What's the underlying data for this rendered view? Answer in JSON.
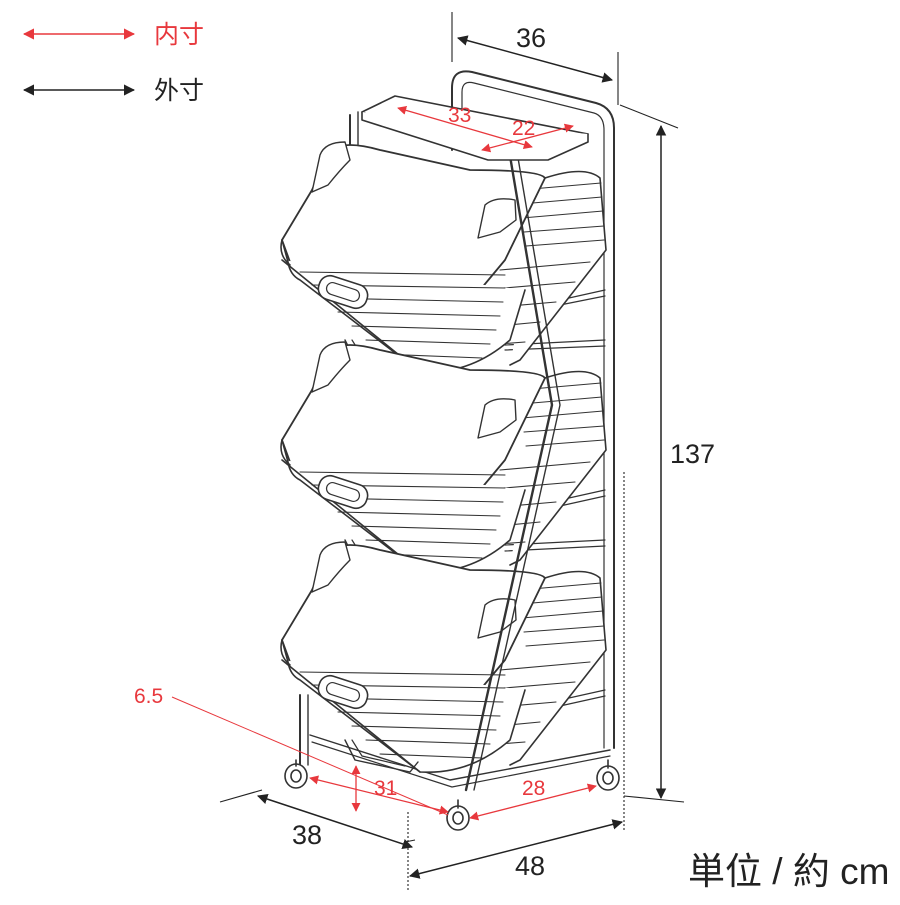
{
  "colors": {
    "inner_dimension": "#e8383d",
    "outer_dimension": "#222222",
    "line_art": "#333333",
    "fill": "#ffffff"
  },
  "legend": {
    "inner": {
      "label": "内寸"
    },
    "outer": {
      "label": "外寸"
    }
  },
  "dimensions": {
    "outer_top_width": "36",
    "outer_height": "137",
    "outer_depth": "38",
    "outer_width": "48",
    "inner_top_width": "33",
    "inner_top_depth": "22",
    "inner_caster_offset": "6.5",
    "inner_base_height": "31",
    "inner_base_width": "28"
  },
  "unit_label": "単位 / 約 cm"
}
